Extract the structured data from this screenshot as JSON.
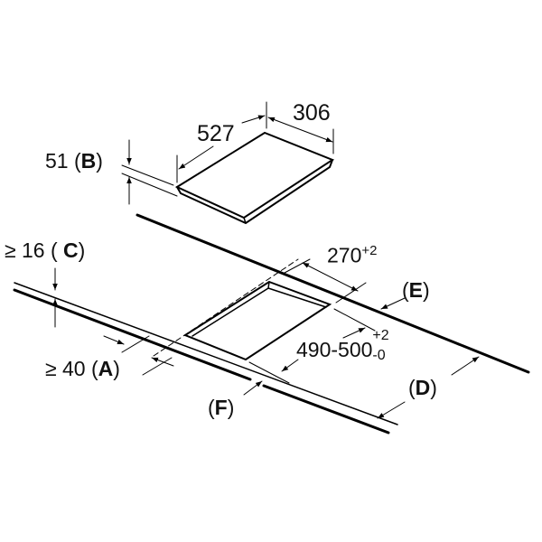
{
  "appliance": {
    "length": "527",
    "width": "306",
    "height_value": "51 (",
    "height_letter": "B",
    "height_close": ")"
  },
  "cutout": {
    "width_value": "270",
    "width_tol": "+2",
    "length_value": "490-500",
    "length_tol_plus": "+2",
    "length_tol_minus": "-0"
  },
  "clearances": {
    "c_value": "≥ 16 ( ",
    "c_letter": "C",
    "c_close": ")",
    "a_value": "≥ 40 (",
    "a_letter": "A",
    "a_close": ")",
    "e_open": "(",
    "e_letter": "E",
    "e_close": ")",
    "d_open": "(",
    "d_letter": "D",
    "d_close": ")",
    "f_open": "(",
    "f_letter": "F",
    "f_close": ")"
  }
}
